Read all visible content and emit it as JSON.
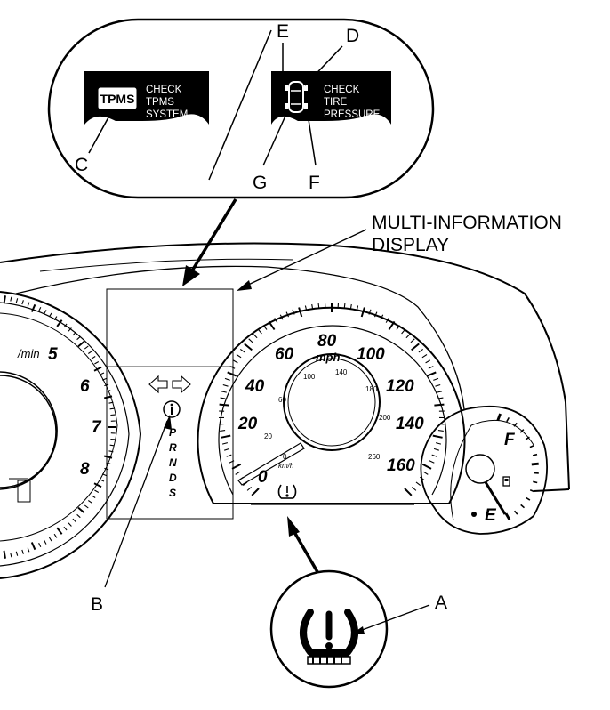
{
  "callouts": {
    "A": "A",
    "B": "B",
    "C": "C",
    "D": "D",
    "E": "E",
    "F": "F",
    "G": "G"
  },
  "mid_label": {
    "line1": "MULTI-INFORMATION",
    "line2": "DISPLAY"
  },
  "tpms_panel": {
    "badge": "TPMS",
    "lines": [
      "CHECK",
      "TPMS",
      "SYSTEM"
    ]
  },
  "tire_panel": {
    "lines": [
      "CHECK",
      "TIRE",
      "PRESSURE"
    ]
  },
  "speedometer": {
    "mph_labels": [
      "0",
      "20",
      "40",
      "60",
      "80",
      "100",
      "120",
      "140",
      "160"
    ],
    "kmh_labels": [
      "0",
      "20",
      "60",
      "100",
      "140",
      "180",
      "200",
      "260"
    ],
    "unit_mph": "mph",
    "unit_kmh": "km/h"
  },
  "tachometer": {
    "labels": [
      "5",
      "6",
      "7",
      "8"
    ],
    "unit": "/min"
  },
  "fuel_gauge": {
    "full": "F",
    "empty": "E"
  },
  "gear_indicator": {
    "gears": [
      "P",
      "R",
      "N",
      "D",
      "S"
    ]
  }
}
